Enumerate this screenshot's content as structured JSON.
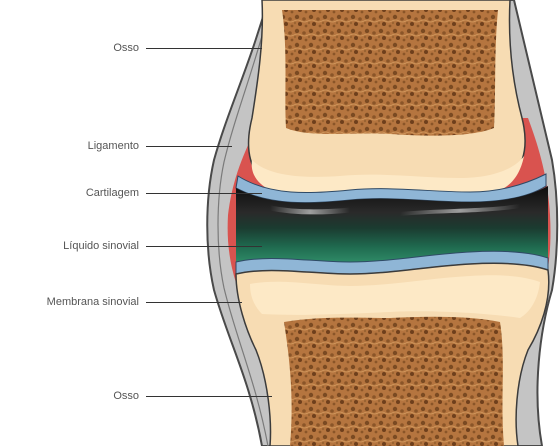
{
  "labels": {
    "bone_top": "Osso",
    "ligament": "Ligamento",
    "cartilage": "Cartilagem",
    "synovial_fluid": "Líquido sinovial",
    "synovial_membrane": "Membrana sinovial",
    "bone_bottom": "Osso"
  },
  "colors": {
    "bone_marrow": "#b5753f",
    "bone_pore": "#7a4a22",
    "bone_cortex": "#f7dcb3",
    "cartilage_cap": "#fde9c6",
    "cartilage_layer": "#8fb6d6",
    "synovial_membrane": "#d9534f",
    "ligament": "#b9b9b9",
    "ligament_outline": "#4a4a4a",
    "joint_cavity_dark": "#1c1c1c",
    "synovial_fluid": "#1f6a4f"
  }
}
